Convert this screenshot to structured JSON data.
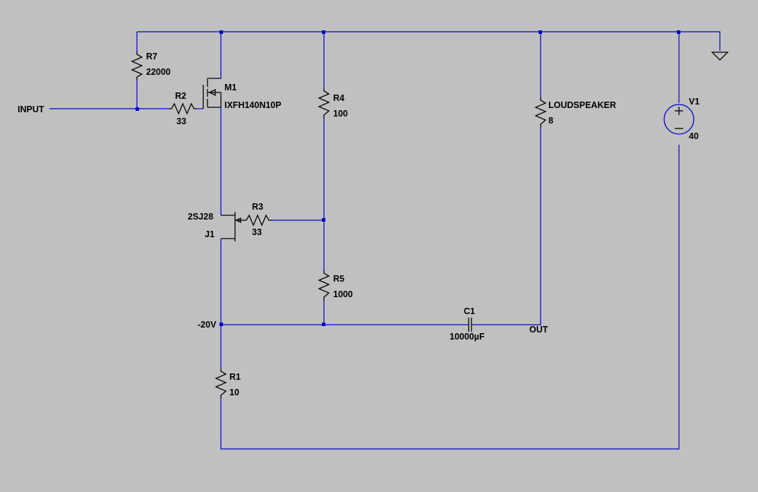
{
  "colors": {
    "background": "#c0c0c0",
    "wire": "#0000cc",
    "component": "#000000"
  },
  "net_labels": {
    "input": "INPUT",
    "neg20v": "-20V",
    "out": "OUT"
  },
  "components": {
    "r7": {
      "ref": "R7",
      "value": "22000"
    },
    "r2": {
      "ref": "R2",
      "value": "33"
    },
    "m1": {
      "ref": "M1",
      "value": "IXFH140N10P"
    },
    "r4": {
      "ref": "R4",
      "value": "100"
    },
    "speaker": {
      "ref": "LOUDSPEAKER",
      "value": "8"
    },
    "v1": {
      "ref": "V1",
      "value": "40"
    },
    "j1": {
      "ref": "J1",
      "value": "2SJ28"
    },
    "r3": {
      "ref": "R3",
      "value": "33"
    },
    "r5": {
      "ref": "R5",
      "value": "1000"
    },
    "c1": {
      "ref": "C1",
      "value": "10000µF"
    },
    "r1": {
      "ref": "R1",
      "value": "10"
    }
  }
}
